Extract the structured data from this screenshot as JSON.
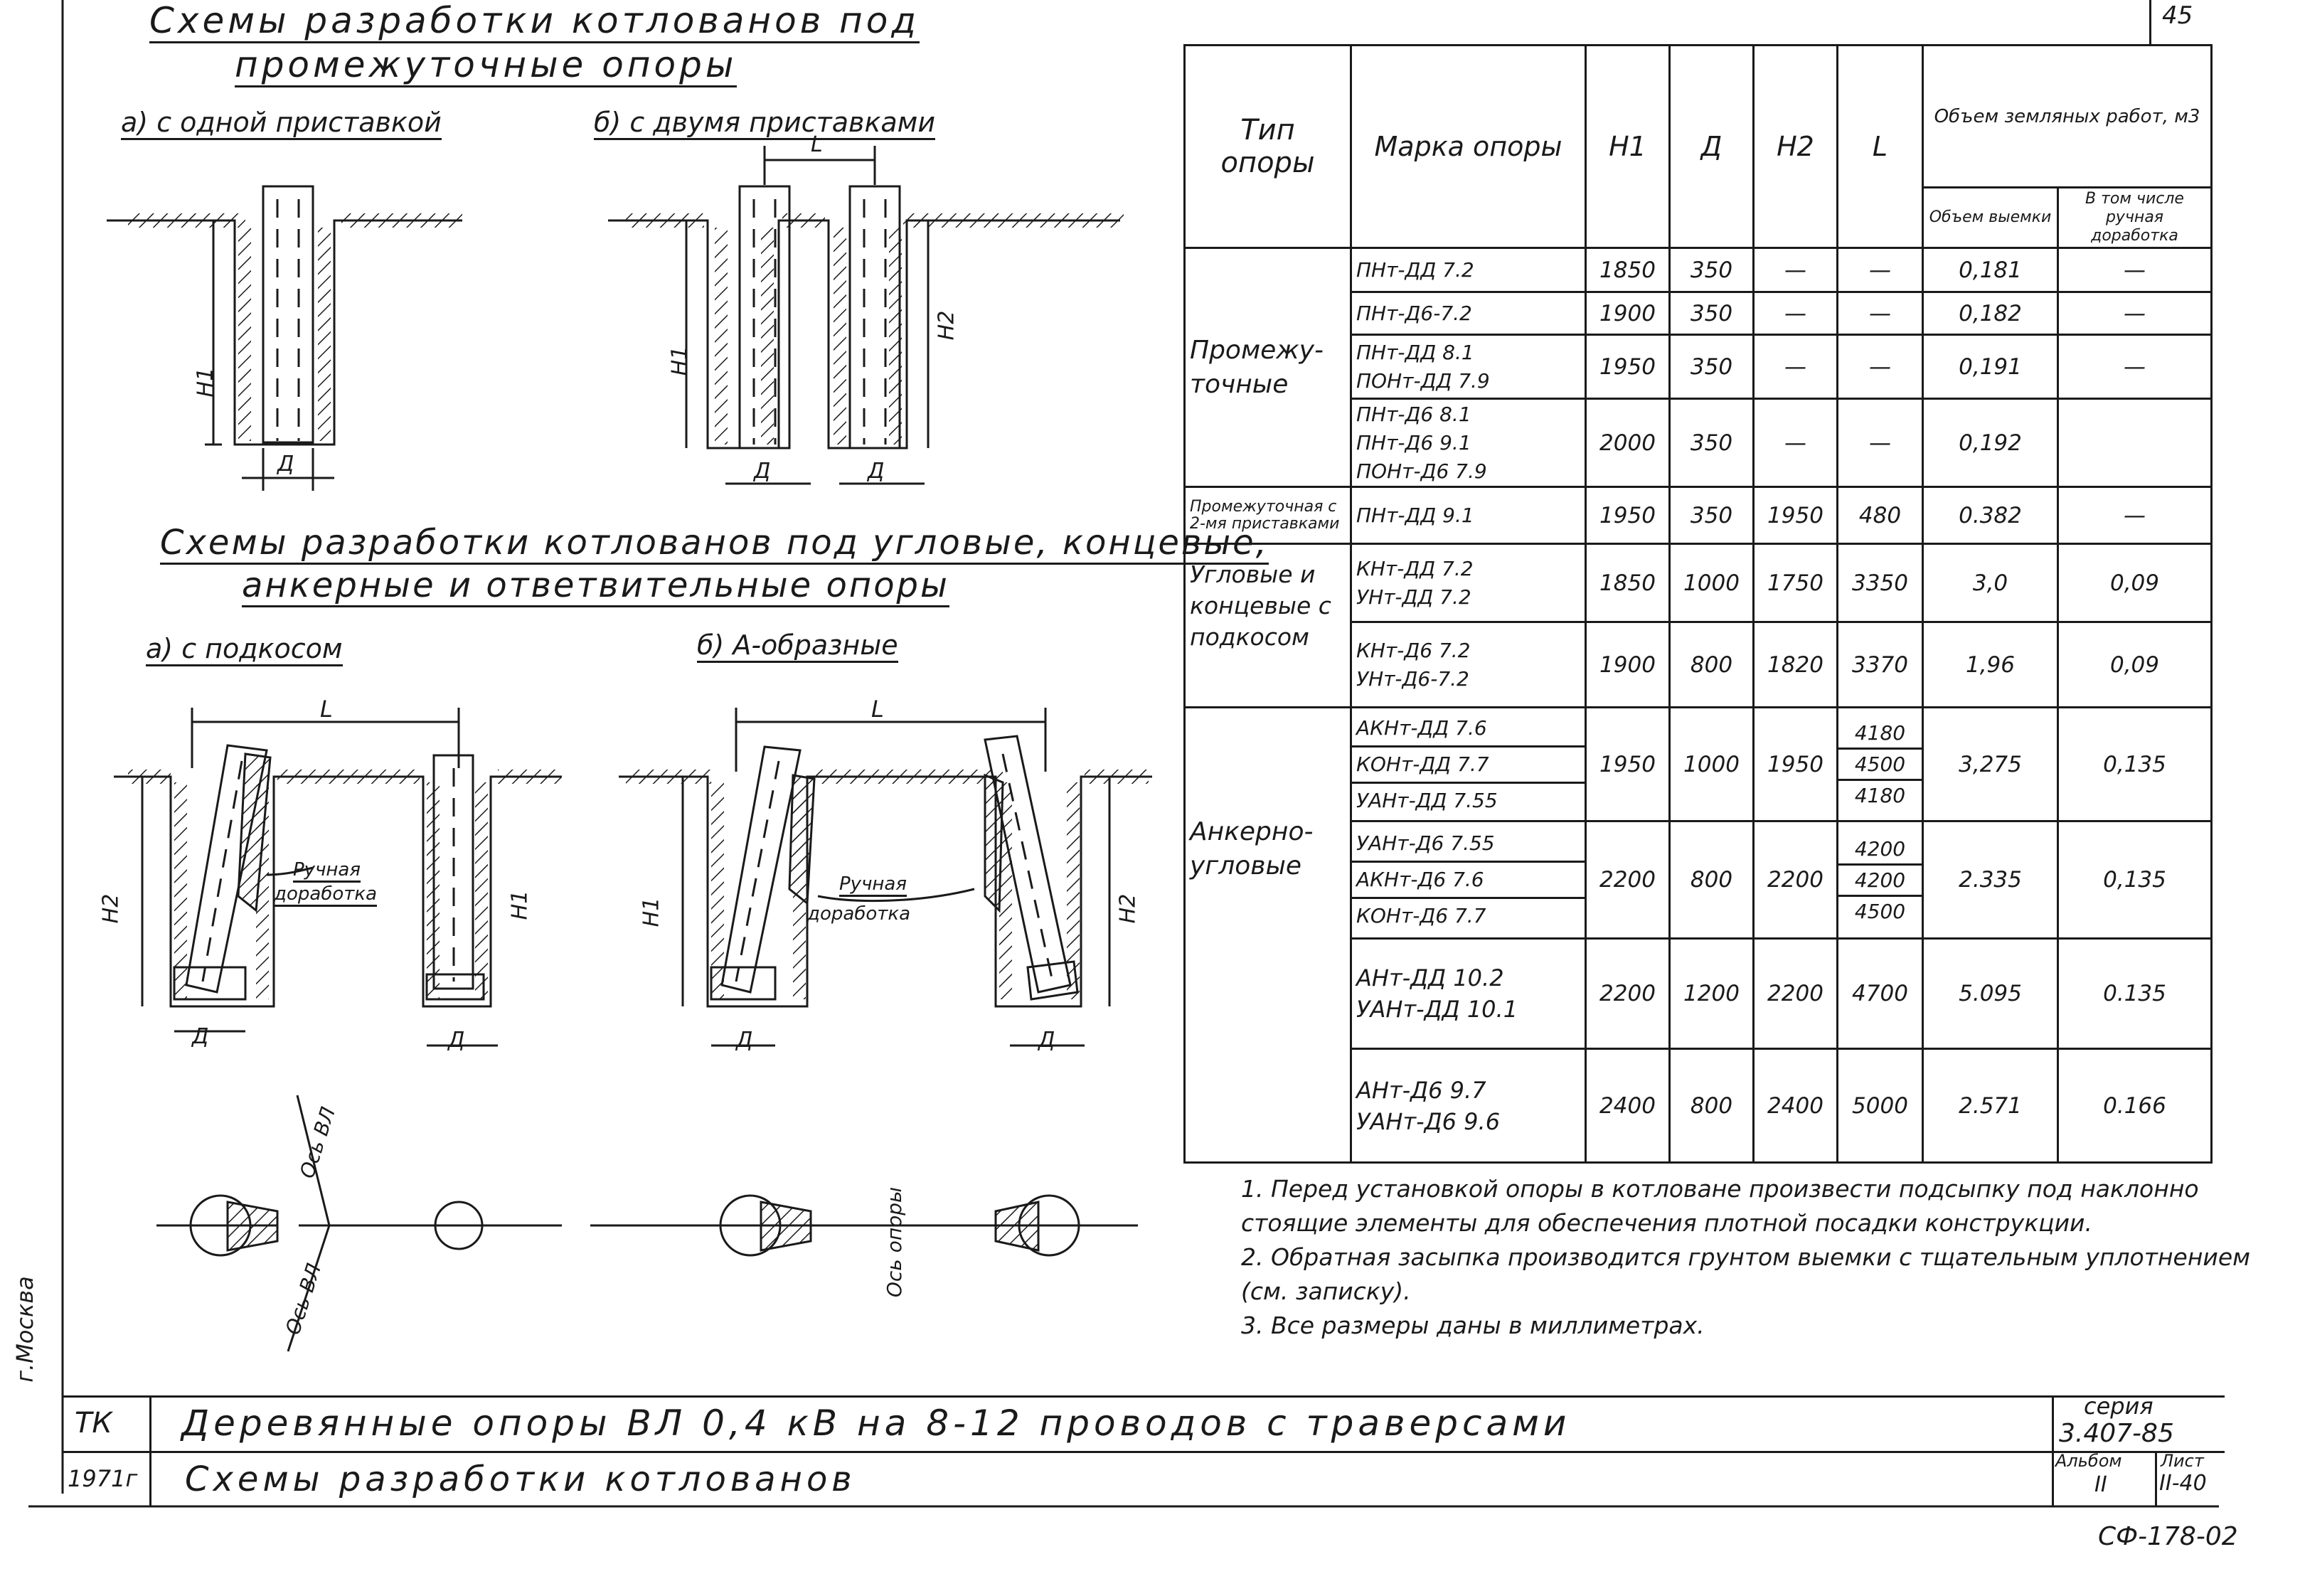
{
  "sheet_number": "45",
  "section1": {
    "title_line1": "Схемы разработки котлованов под",
    "title_line2": "промежуточные опоры",
    "sub_a": "а) с одной приставкой",
    "sub_b": "б) с двумя приставками"
  },
  "section2": {
    "title_line1": "Схемы разработки котлованов под угловые, концевые,",
    "title_line2": "анкерные и ответвительные опоры",
    "sub_a": "а) с подкосом",
    "sub_b": "б) А-образные"
  },
  "labels": {
    "h1": "H1",
    "h2": "H2",
    "d": "Д",
    "l": "L",
    "manual": "Ручная",
    "dorabotka_1": "доработка",
    "dorabotka_2": "доработка",
    "axis_vl_1": "Ось ВЛ",
    "axis_vl_2": "Ось ВЛ",
    "axis_support": "Ось опоры",
    "side_stamp": "г.Москва"
  },
  "table": {
    "headers": {
      "type": "Тип опоры",
      "mark": "Марка опоры",
      "h1": "H1",
      "d": "Д",
      "h2": "H2",
      "l": "L",
      "volume_group": "Объем земляных работ, м3",
      "volume_dig": "Объем выемки",
      "volume_manual": "В том числе ручная доработка"
    },
    "groups": [
      {
        "type": "Промежу-точные",
        "rows": [
          {
            "marks": [
              "ПНт-ДД 7.2"
            ],
            "h1": "1850",
            "d": "350",
            "h2": "—",
            "l": "—",
            "v": "0,181",
            "m": "—"
          },
          {
            "marks": [
              "ПНт-Д6-7.2"
            ],
            "h1": "1900",
            "d": "350",
            "h2": "—",
            "l": "—",
            "v": "0,182",
            "m": "—"
          },
          {
            "marks": [
              "ПНт-ДД 8.1",
              "ПОНт-ДД 7.9"
            ],
            "h1": "1950",
            "d": "350",
            "h2": "—",
            "l": "—",
            "v": "0,191",
            "m": "—"
          },
          {
            "marks": [
              "ПНт-Д6 8.1",
              "ПНт-Д6 9.1",
              "ПОНт-Д6 7.9"
            ],
            "h1": "2000",
            "d": "350",
            "h2": "—",
            "l": "—",
            "v": "0,192",
            "m": ""
          }
        ]
      },
      {
        "type": "Промежуточная с 2-мя приставками",
        "rows": [
          {
            "marks": [
              "ПНт-ДД 9.1"
            ],
            "h1": "1950",
            "d": "350",
            "h2": "1950",
            "l": "480",
            "v": "0.382",
            "m": "—"
          }
        ]
      },
      {
        "type": "Угловые и концевые с подкосом",
        "rows": [
          {
            "marks": [
              "КНт-ДД 7.2",
              "УНт-ДД 7.2"
            ],
            "h1": "1850",
            "d": "1000",
            "h2": "1750",
            "l": "3350",
            "v": "3,0",
            "m": "0,09"
          },
          {
            "marks": [
              "КНт-Д6 7.2",
              "УНт-Д6-7.2"
            ],
            "h1": "1900",
            "d": "800",
            "h2": "1820",
            "l": "3370",
            "v": "1,96",
            "m": "0,09"
          }
        ]
      },
      {
        "type": "Анкерно-угловые",
        "rows": [
          {
            "marks": [
              "АКНт-ДД 7.6",
              "КОНт-ДД 7.7",
              "УАНт-ДД 7.55"
            ],
            "h1": "1950",
            "d": "1000",
            "h2": "1950",
            "l_list": [
              "4180",
              "4500",
              "4180"
            ],
            "v": "3,275",
            "m": "0,135"
          },
          {
            "marks": [
              "УАНт-Д6 7.55",
              "АКНт-Д6 7.6",
              "КОНт-Д6 7.7"
            ],
            "h1": "2200",
            "d": "800",
            "h2": "2200",
            "l_list": [
              "4200",
              "4200",
              "4500"
            ],
            "v": "2.335",
            "m": "0,135"
          },
          {
            "marks": [
              "АНт-ДД 10.2",
              "УАНт-ДД 10.1"
            ],
            "h1": "2200",
            "d": "1200",
            "h2": "2200",
            "l": "4700",
            "v": "5.095",
            "m": "0.135"
          },
          {
            "marks": [
              "АНт-Д6 9.7",
              "УАНт-Д6 9.6"
            ],
            "h1": "2400",
            "d": "800",
            "h2": "2400",
            "l": "5000",
            "v": "2.571",
            "m": "0.166"
          }
        ]
      }
    ]
  },
  "notes": [
    "1. Перед установкой опоры в котловане произвести подсыпку под наклонно стоящие элементы для обеспечения плотной посадки конструкции.",
    "2. Обратная засыпка производится грунтом выемки с тщательным уплотнением (см. записку).",
    "3. Все размеры даны в миллиметрах."
  ],
  "title_block": {
    "org": "ТК",
    "year": "1971г",
    "title1": "Деревянные опоры ВЛ 0,4 кВ на 8-12 проводов с траверсами",
    "title2": "Схемы разработки котлованов",
    "series_label": "серия",
    "series_value": "3.407-85",
    "album_label": "Альбом",
    "album_value": "II",
    "sheet_label": "Лист",
    "sheet_value": "II-40"
  },
  "bottom_code": "СФ-178-02"
}
